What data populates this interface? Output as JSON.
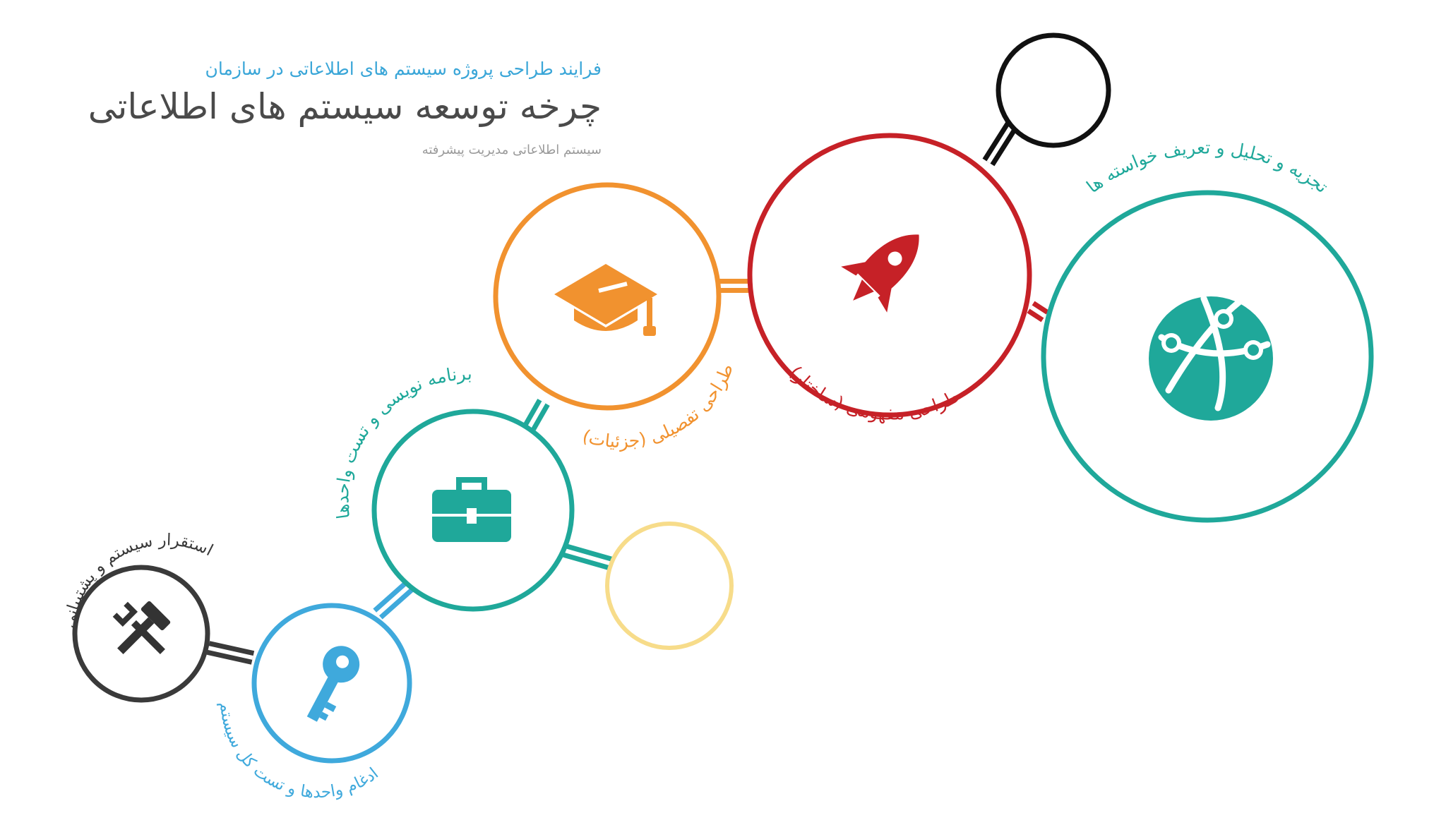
{
  "header": {
    "subtitle": "فرایند طراحی پروژه سیستم های اطلاعاتی در سازمان",
    "title": "چرخه توسعه سیستم های اطلاعاتی",
    "caption": "سیستم اطلاعاتی مدیریت پیشرفته"
  },
  "colors": {
    "teal": "#1fa89a",
    "red": "#c62127",
    "orange": "#f1922f",
    "blue": "#3fa9dc",
    "dark": "#3a3a3a",
    "black": "#111111",
    "pale_yellow": "#f7dc8a"
  },
  "stages": [
    {
      "id": "analysis",
      "label": "تجزیه و تحلیل و تعریف خواسته ها",
      "icon": "globe-network-icon",
      "color": "#1fa89a"
    },
    {
      "id": "conceptual",
      "label": "طراحی مفهومی (ساختار)",
      "icon": "rocket-icon",
      "color": "#c62127"
    },
    {
      "id": "detailed",
      "label": "طراحی تفصیلی (جزئیات)",
      "icon": "graduation-cap-icon",
      "color": "#f1922f"
    },
    {
      "id": "programming",
      "label": "برنامه نویسی و تست واحدها",
      "icon": "toolbox-icon",
      "color": "#1fa89a"
    },
    {
      "id": "integration",
      "label": "ادغام واحدها و تست کل سیستم",
      "icon": "key-icon",
      "color": "#3fa9dc"
    },
    {
      "id": "deployment",
      "label": "استقرار سیستم و پشتیبانی",
      "icon": "hammer-wrench-icon",
      "color": "#3a3a3a"
    }
  ]
}
